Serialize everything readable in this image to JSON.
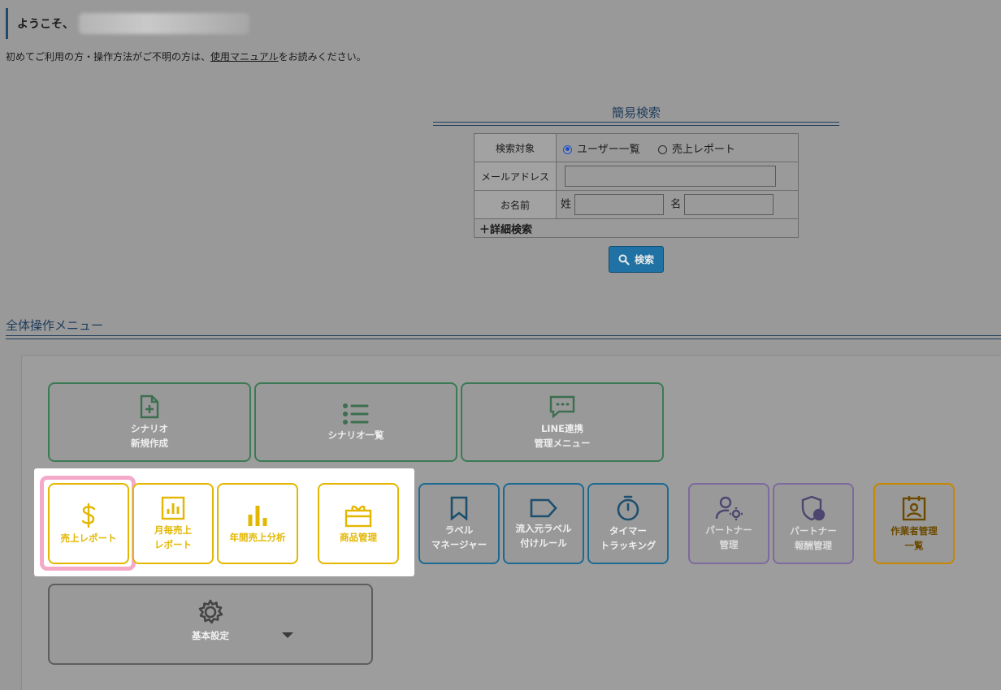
{
  "welcome": {
    "greeting": "ようこそ、"
  },
  "intro": {
    "prefix": "初めてご利用の方・操作方法がご不明の方は、",
    "manual_link": "使用マニュアル",
    "suffix": "をお読みください。"
  },
  "quick_search": {
    "title": "簡易検索",
    "target_label": "検索対象",
    "target_options": [
      "ユーザー一覧",
      "売上レポート"
    ],
    "target_selected": "ユーザー一覧",
    "email_label": "メールアドレス",
    "email_value": "",
    "name_label": "お名前",
    "last_name_label": "姓",
    "first_name_label": "名",
    "last_name_value": "",
    "first_name_value": "",
    "advanced_label": "＋詳細検索",
    "search_button": "検索"
  },
  "menu": {
    "title": "全体操作メニュー",
    "tiles": {
      "scenario_new": [
        "シナリオ",
        "新規作成"
      ],
      "scenario_list": [
        "シナリオ一覧"
      ],
      "line_menu": [
        "LINE連携",
        "管理メニュー"
      ],
      "sales_report": [
        "売上レポート"
      ],
      "monthly_sales": [
        "月毎売上",
        "レポート"
      ],
      "annual_analysis": [
        "年間売上分析"
      ],
      "product_mgmt": [
        "商品管理"
      ],
      "label_manager": [
        "ラベル",
        "マネージャー"
      ],
      "source_label_rule": [
        "流入元ラベル",
        "付けルール"
      ],
      "timer_tracking": [
        "タイマー",
        "トラッキング"
      ],
      "partner_mgmt": [
        "パートナー",
        "管理"
      ],
      "partner_reward": [
        "パートナー",
        "報酬管理"
      ],
      "worker_list": [
        "作業者管理",
        "一覧"
      ],
      "basic_settings": [
        "基本設定"
      ]
    },
    "highlighted_tile": "売上レポート"
  },
  "colors": {
    "green": "#3c7a55",
    "yellow": "#e3b700",
    "blue": "#1d6a92",
    "purple": "#7d6a9e",
    "orange": "#c78700",
    "gray": "#5d5d5d",
    "highlight_ring": "#f5a9c9",
    "search_button": "#1f72a3"
  },
  "icons": {
    "scenario_new": "file-plus-icon",
    "scenario_list": "list-icon",
    "line_menu": "chat-bubble-icon",
    "sales_report": "dollar-icon",
    "monthly_sales": "bar-chart-icon",
    "annual_analysis": "columns-chart-icon",
    "product_mgmt": "gift-card-icon",
    "label_manager": "bookmark-icon",
    "source_label_rule": "tag-icon",
    "timer_tracking": "stopwatch-icon",
    "partner_mgmt": "user-gear-icon",
    "partner_reward": "shield-user-icon",
    "worker_list": "id-badge-icon",
    "basic_settings": "gear-icon",
    "search": "search-icon"
  }
}
